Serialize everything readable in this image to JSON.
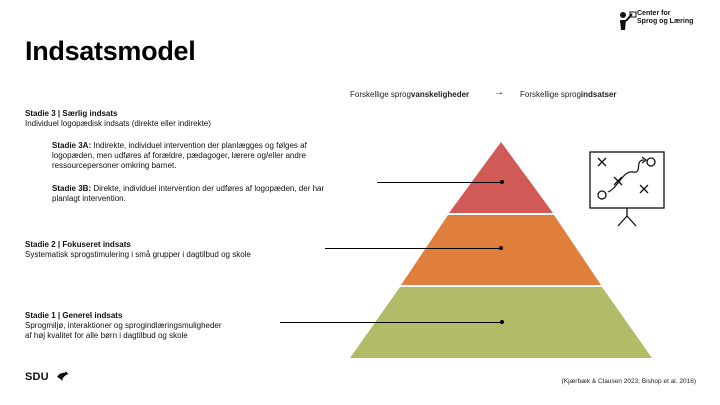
{
  "header": {
    "title": "Indsatsmodel",
    "logo_line1": "Center for",
    "logo_line2": "Sprog og Læring"
  },
  "subheader": {
    "left_prefix": "Forskellige sprog",
    "left_bold": "vanskeligheder",
    "arrow": "→",
    "right_prefix": "Forskellige sprog",
    "right_bold": "indsatser"
  },
  "stages": {
    "s3": {
      "title": "Stadie 3 | Særlig indsats",
      "desc": "Individuel logopædisk indsats (direkte eller indirekte)",
      "a_label": "Stadie 3A:",
      "a_text": " Indirekte, individuel intervention der planlægges og følges af logopæden, men udføres af forældre, pædagoger, lærere og/eller andre ressourcepersoner omkring barnet.",
      "b_label": "Stadie 3B:",
      "b_text": " Direkte, individuel intervention der udføres af logopæden, der har planlagt intervention."
    },
    "s2": {
      "title": "Stadie 2 | Fokuseret indsats",
      "desc": "Systematisk sprogstimulering i små grupper i dagtilbud og skole"
    },
    "s1": {
      "title": "Stadie 1 | Generel indsats",
      "desc1": "Sprogmiljø, interaktioner og sprogindlæringsmuligheder",
      "desc2": "af høj kvalitet for alle børn i dagtilbud og skole"
    }
  },
  "colors": {
    "top": "#d15a57",
    "middle": "#e07f3c",
    "bottom": "#b2bb67"
  },
  "footer": {
    "brand": "SDU",
    "citation": "(Kjærbæk & Clausen 2023; Bishop et al. 2016)"
  },
  "icons": {
    "strategy": "strategy-board-icon",
    "logo": "center-logo-icon",
    "sdu": "sdu-bird-icon"
  }
}
